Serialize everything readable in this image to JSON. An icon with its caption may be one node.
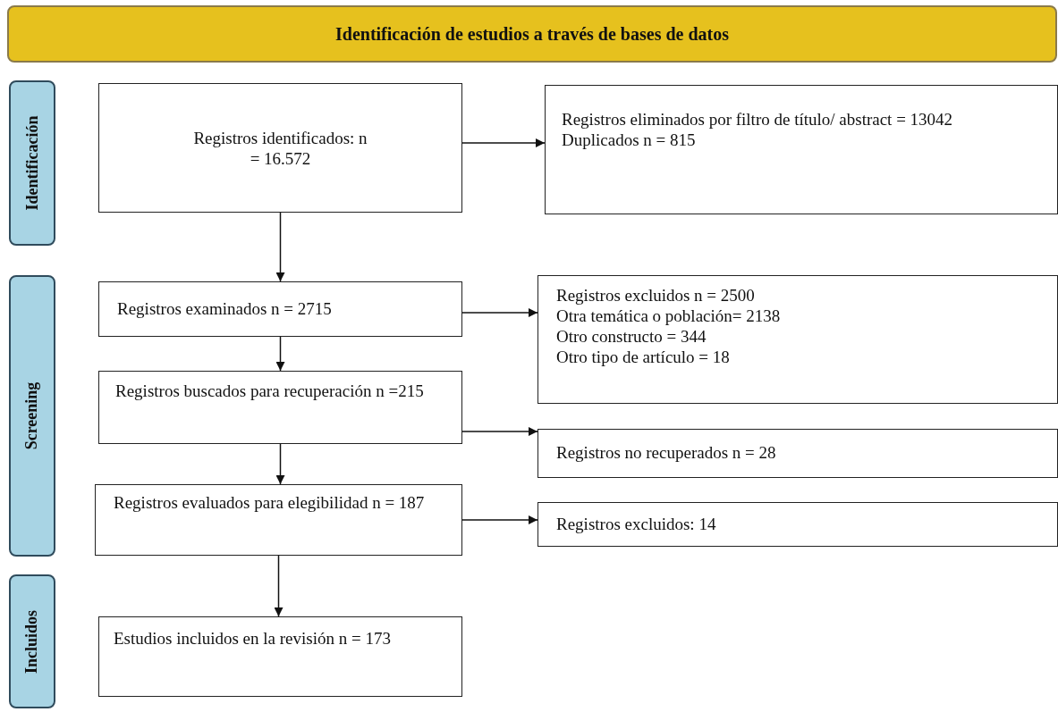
{
  "diagram": {
    "nodes": [
      {
        "text": [
          "Identificación de estudios a través de bases de datos"
        ]
      },
      {
        "text": [
          "Identificación"
        ]
      },
      {
        "text": [
          "Screening"
        ]
      },
      {
        "text": [
          "Incluidos"
        ]
      },
      {
        "text": [
          "Registros identificados: n = 16.572"
        ]
      },
      {
        "text": [
          "Registros eliminados por filtro de título/ abstract = 13042",
          "Duplicados n = 815"
        ]
      },
      {
        "text": [
          "Registros examinados n = 2715"
        ]
      },
      {
        "text": [
          "Registros excluidos n = 2500",
          "Otra temática o población= 2138",
          "Otro constructo = 344",
          "Otro tipo de artículo = 18"
        ]
      },
      {
        "text": [
          "Registros buscados para recuperación n =215"
        ]
      },
      {
        "text": [
          "Registros no recuperados n = 28"
        ]
      },
      {
        "text": [
          "Registros evaluados para elegibilidad n = 187"
        ]
      },
      {
        "text": [
          "Registros excluidos: 14"
        ]
      },
      {
        "text": [
          "Estudios incluidos en la revisión n = 173"
        ]
      }
    ],
    "edges": [
      {
        "from": 4,
        "to": 5,
        "arrow": "to"
      },
      {
        "from": 4,
        "to": 6,
        "arrow": "to"
      },
      {
        "from": 6,
        "to": 7,
        "arrow": "to"
      },
      {
        "from": 6,
        "to": 8,
        "arrow": "to"
      },
      {
        "from": 8,
        "to": 9,
        "arrow": "to"
      },
      {
        "from": 8,
        "to": 10,
        "arrow": "to"
      },
      {
        "from": 10,
        "to": 11,
        "arrow": "to"
      },
      {
        "from": 10,
        "to": 12,
        "arrow": "to"
      }
    ]
  }
}
